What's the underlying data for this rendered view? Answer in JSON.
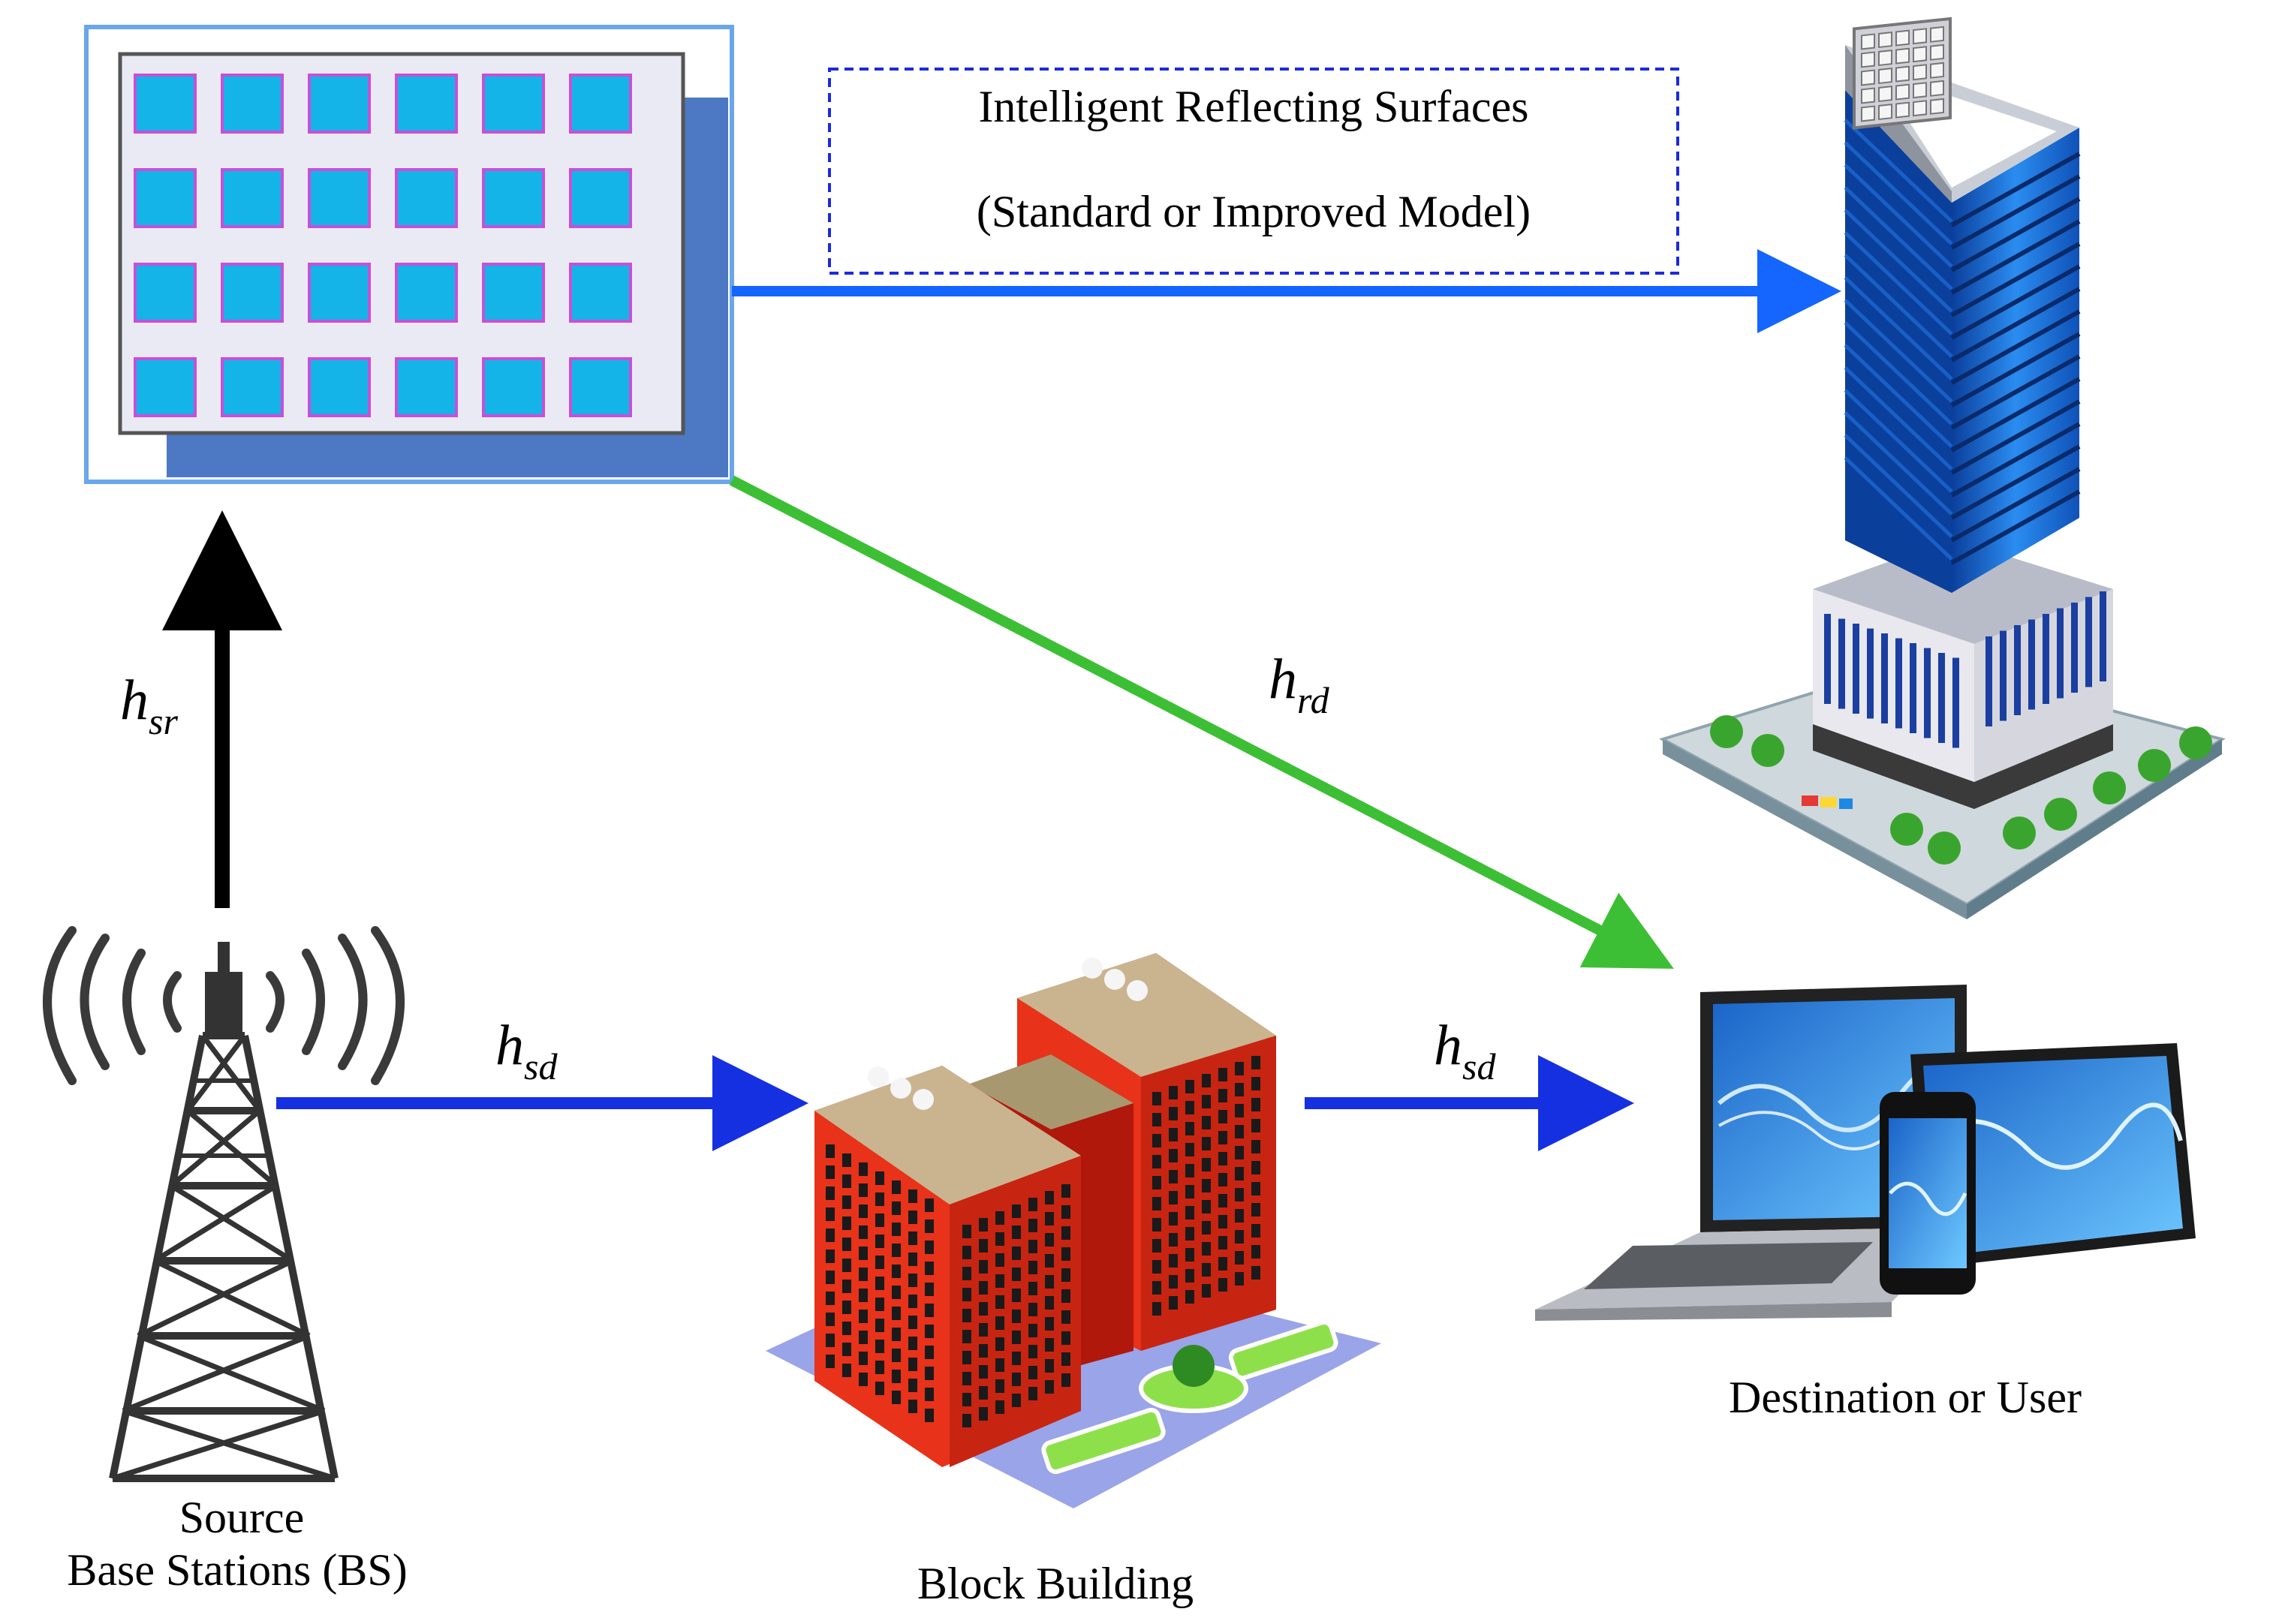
{
  "irs": {
    "label_line1": "Intelligent Reflecting Surfaces",
    "label_line2": "(Standard  or Improved  Model)",
    "element_rows": 4,
    "element_cols": 6
  },
  "source": {
    "label_line1": "Source",
    "label_line2": "Base Stations (BS)"
  },
  "block": {
    "label": "Block Building"
  },
  "destination": {
    "label": "Destination or User"
  },
  "links": [
    {
      "id": "sr",
      "symbol": "h",
      "subscript": "sr",
      "color": "#000000"
    },
    {
      "id": "rd",
      "symbol": "h",
      "subscript": "rd",
      "color": "#3cbf34"
    },
    {
      "id": "sd1",
      "symbol": "h",
      "subscript": "sd",
      "color": "#1530e0"
    },
    {
      "id": "sd2",
      "symbol": "h",
      "subscript": "sd",
      "color": "#1530e0"
    },
    {
      "id": "rt",
      "symbol": "",
      "subscript": "",
      "color": "#1565ff"
    }
  ],
  "colors": {
    "irs_element": "#14b4e8",
    "irs_element_border": "#c84fd8",
    "irs_panel_shadow": "#4d78c4",
    "irs_frame": "#6aa6ec",
    "label_box_border": "#1a2ae0",
    "block_facade": "#e8321a",
    "block_roof": "#c9b48f",
    "tower_blue": "#1a68d8"
  }
}
